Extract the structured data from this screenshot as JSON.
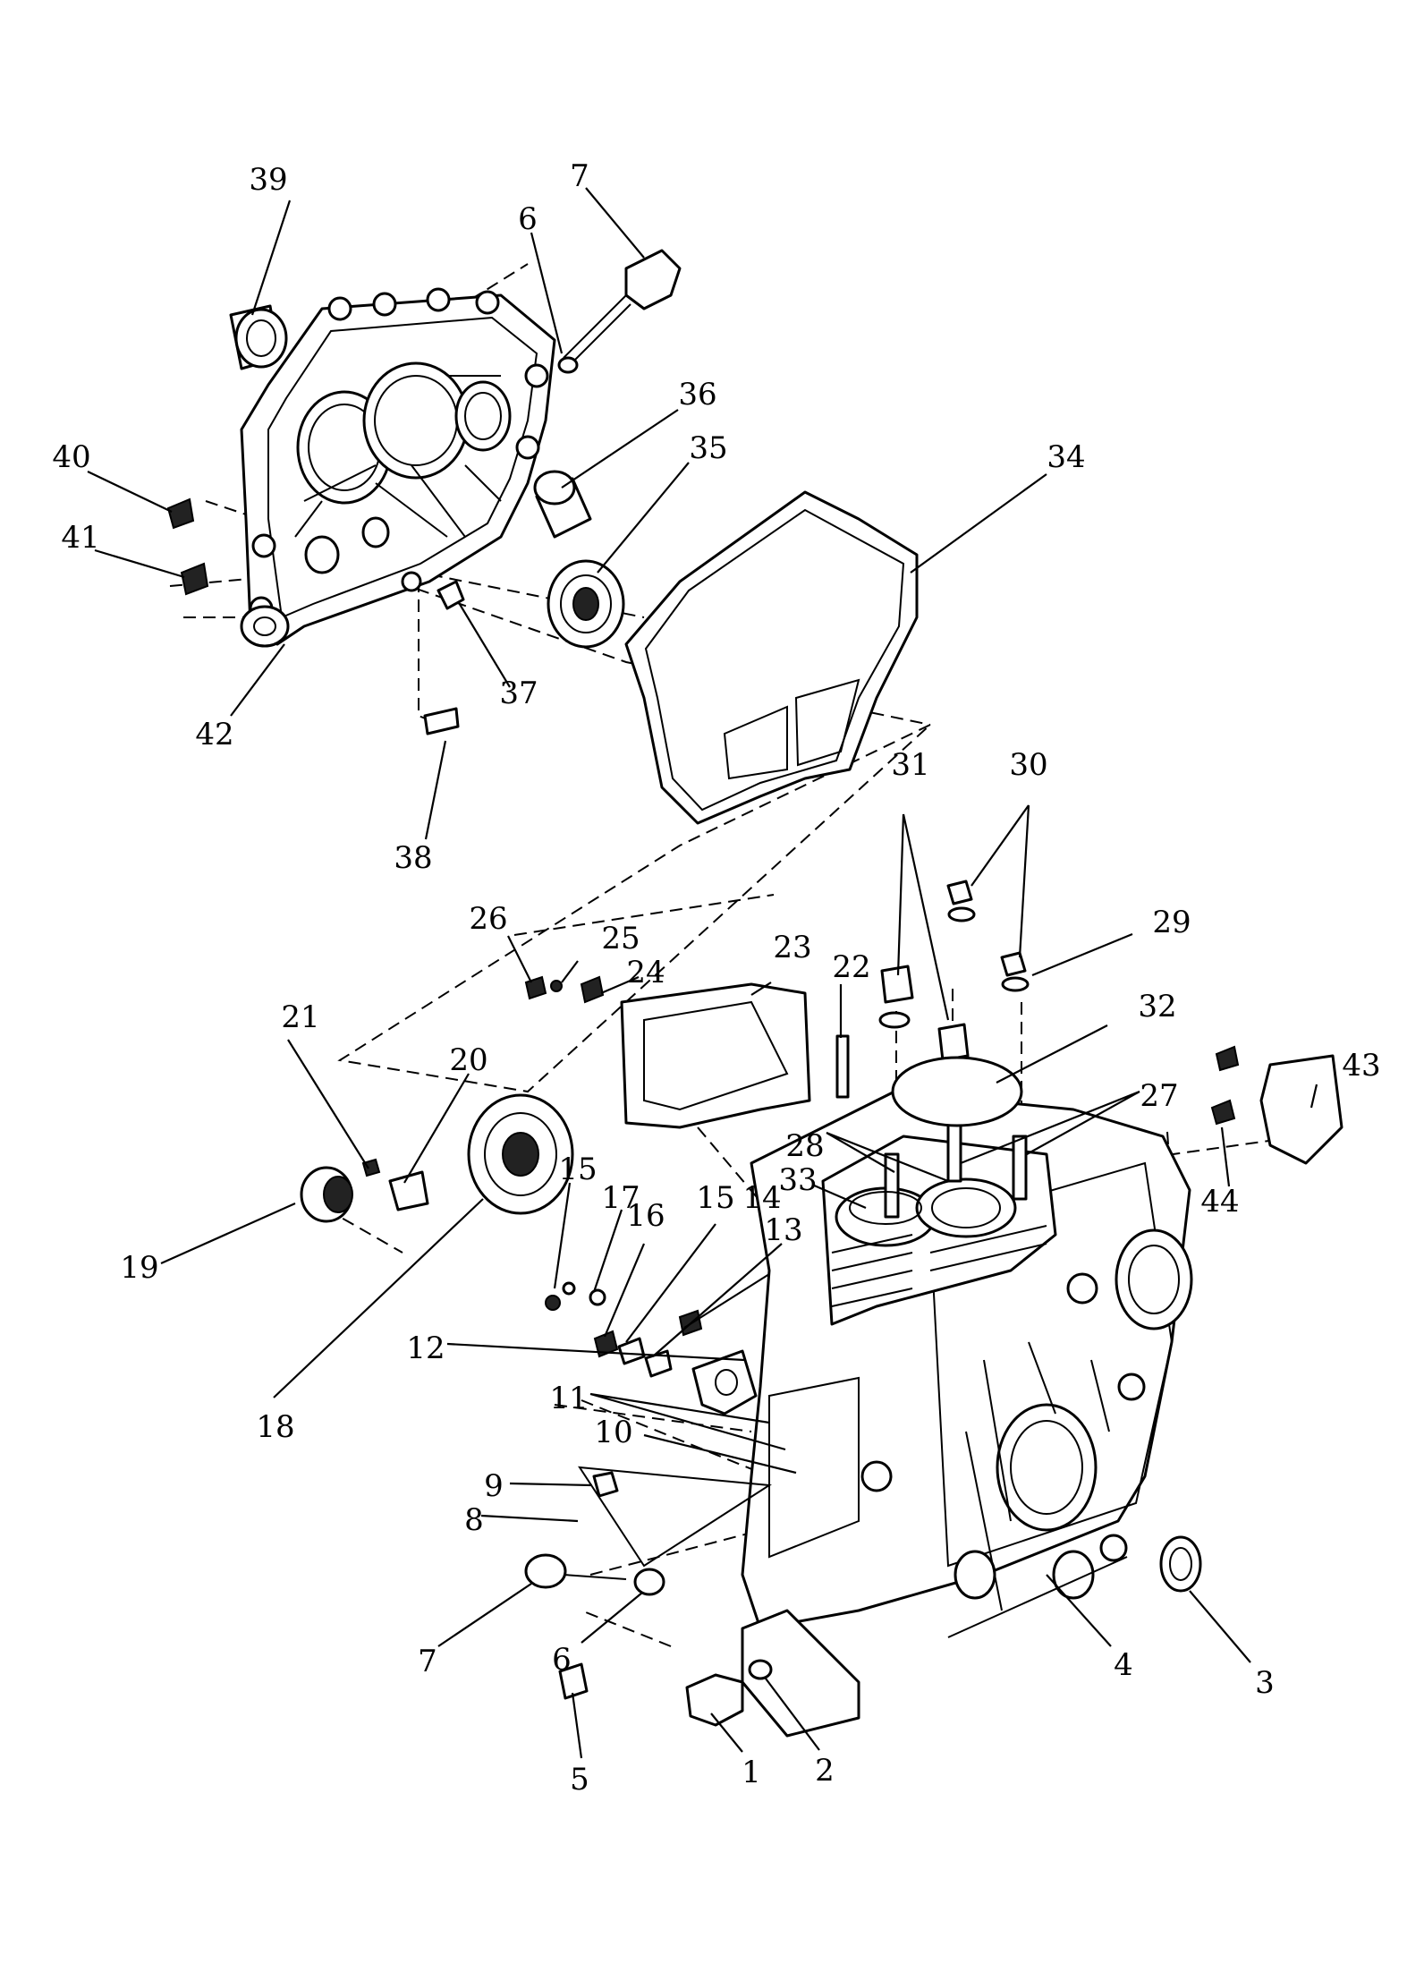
{
  "callouts": [
    {
      "id": "c1",
      "text": "1"
    },
    {
      "id": "c2",
      "text": "2"
    },
    {
      "id": "c3",
      "text": "3"
    },
    {
      "id": "c4",
      "text": "4"
    },
    {
      "id": "c5",
      "text": "5"
    },
    {
      "id": "c6a",
      "text": "6"
    },
    {
      "id": "c6b",
      "text": "6"
    },
    {
      "id": "c7a",
      "text": "7"
    },
    {
      "id": "c7b",
      "text": "7"
    },
    {
      "id": "c8",
      "text": "8"
    },
    {
      "id": "c9",
      "text": "9"
    },
    {
      "id": "c10",
      "text": "10"
    },
    {
      "id": "c11",
      "text": "11"
    },
    {
      "id": "c12",
      "text": "12"
    },
    {
      "id": "c13",
      "text": "13"
    },
    {
      "id": "c14",
      "text": "14"
    },
    {
      "id": "c15a",
      "text": "15"
    },
    {
      "id": "c15b",
      "text": "15"
    },
    {
      "id": "c16",
      "text": "16"
    },
    {
      "id": "c17",
      "text": "17"
    },
    {
      "id": "c18",
      "text": "18"
    },
    {
      "id": "c19",
      "text": "19"
    },
    {
      "id": "c20",
      "text": "20"
    },
    {
      "id": "c21",
      "text": "21"
    },
    {
      "id": "c22",
      "text": "22"
    },
    {
      "id": "c23",
      "text": "23"
    },
    {
      "id": "c24",
      "text": "24"
    },
    {
      "id": "c25",
      "text": "25"
    },
    {
      "id": "c26",
      "text": "26"
    },
    {
      "id": "c27",
      "text": "27"
    },
    {
      "id": "c28",
      "text": "28"
    },
    {
      "id": "c29",
      "text": "29"
    },
    {
      "id": "c30",
      "text": "30"
    },
    {
      "id": "c31",
      "text": "31"
    },
    {
      "id": "c32",
      "text": "32"
    },
    {
      "id": "c33",
      "text": "33"
    },
    {
      "id": "c34",
      "text": "34"
    },
    {
      "id": "c35",
      "text": "35"
    },
    {
      "id": "c36",
      "text": "36"
    },
    {
      "id": "c37",
      "text": "37"
    },
    {
      "id": "c38",
      "text": "38"
    },
    {
      "id": "c39",
      "text": "39"
    },
    {
      "id": "c40",
      "text": "40"
    },
    {
      "id": "c41",
      "text": "41"
    },
    {
      "id": "c42",
      "text": "42"
    },
    {
      "id": "c43",
      "text": "43"
    },
    {
      "id": "c44",
      "text": "44"
    }
  ],
  "colors": {
    "line": "#000000",
    "background": "#ffffff"
  }
}
